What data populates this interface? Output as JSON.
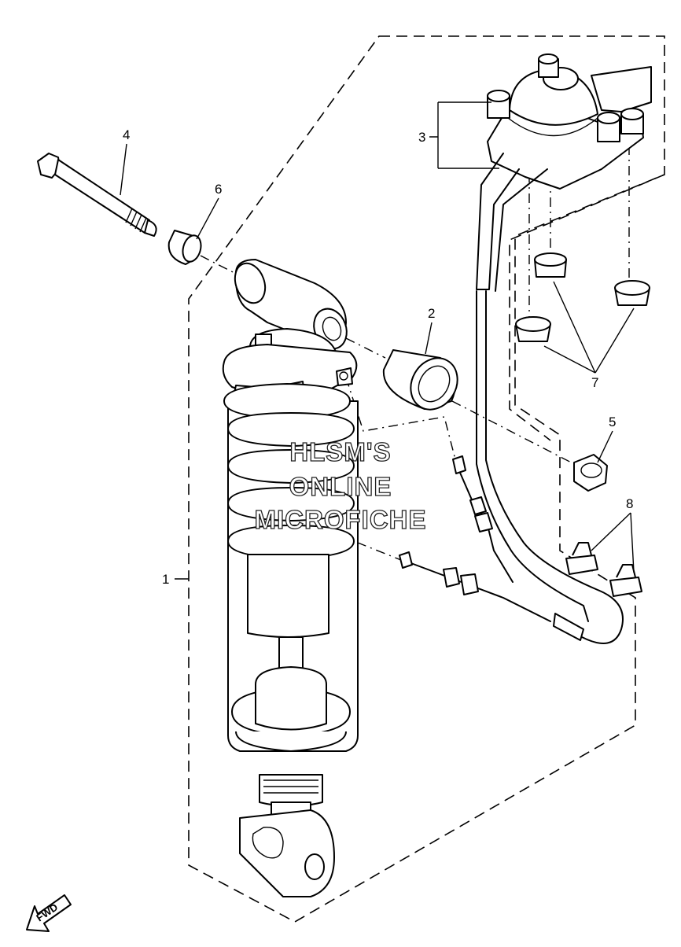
{
  "callouts": {
    "c1": "1",
    "c2": "2",
    "c3": "3",
    "c4": "4",
    "c5": "5",
    "c6": "6",
    "c7": "7",
    "c8": "8"
  },
  "watermark": {
    "line1": "HLSM'S",
    "line2": "ONLINE",
    "line3": "MICROFICHE"
  },
  "fwd_label": "FWD"
}
